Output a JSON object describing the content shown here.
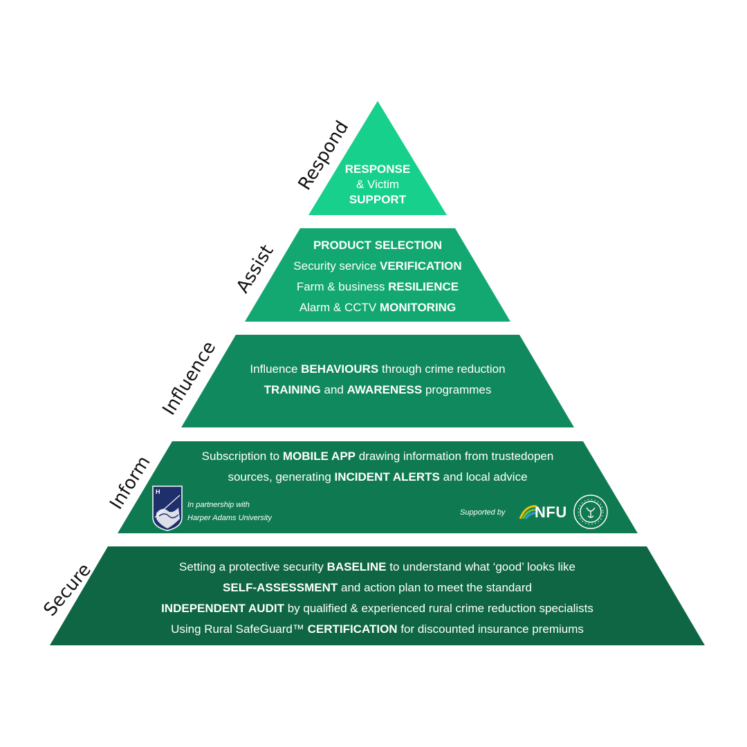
{
  "colors": {
    "respond": "#16d08c",
    "assist": "#13a872",
    "influence": "#10895e",
    "inform": "#0f7a52",
    "secure": "#0e6644"
  },
  "labels": {
    "respond": "Respond",
    "assist": "Assist",
    "influence": "Influence",
    "inform": "Inform",
    "secure": "Secure"
  },
  "respond": {
    "line1": "RESPONSE",
    "line2": "& Victim",
    "line3": "SUPPORT"
  },
  "assist": {
    "l1": "PRODUCT SELECTION",
    "l2a": "Security service ",
    "l2b": "VERIFICATION",
    "l3a": "Farm & business ",
    "l3b": "RESILIENCE",
    "l4a": "Alarm & CCTV ",
    "l4b": "MONITORING"
  },
  "influence": {
    "l1a": "Influence ",
    "l1b": "BEHAVIOURS",
    "l1c": " through crime reduction",
    "l2a": "TRAINING",
    "l2b": " and ",
    "l2c": "AWARENESS",
    "l2d": " programmes"
  },
  "inform": {
    "l1a": "Subscription to ",
    "l1b": "MOBILE APP",
    "l1c": " drawing information from trustedopen",
    "l2a": "sources, generating ",
    "l2b": "INCIDENT ALERTS",
    "l2c": " and local advice",
    "partner_line1": "In partnership with",
    "partner_line2": "Harper Adams University",
    "supported_by": "Supported by",
    "nfu_logo": "NFU"
  },
  "secure": {
    "l1a": "Setting a protective security ",
    "l1b": "BASELINE",
    "l1c": " to understand what ‘good’ looks like",
    "l2a": "SELF-ASSESSMENT",
    "l2b": " and action plan to meet the standard",
    "l3a": "INDEPENDENT AUDIT",
    "l3b": " by qualified & experienced rural crime reduction specialists",
    "l4a": "Using Rural SafeGuard™ ",
    "l4b": "CERTIFICATION",
    "l4c": " for discounted insurance premiums"
  }
}
